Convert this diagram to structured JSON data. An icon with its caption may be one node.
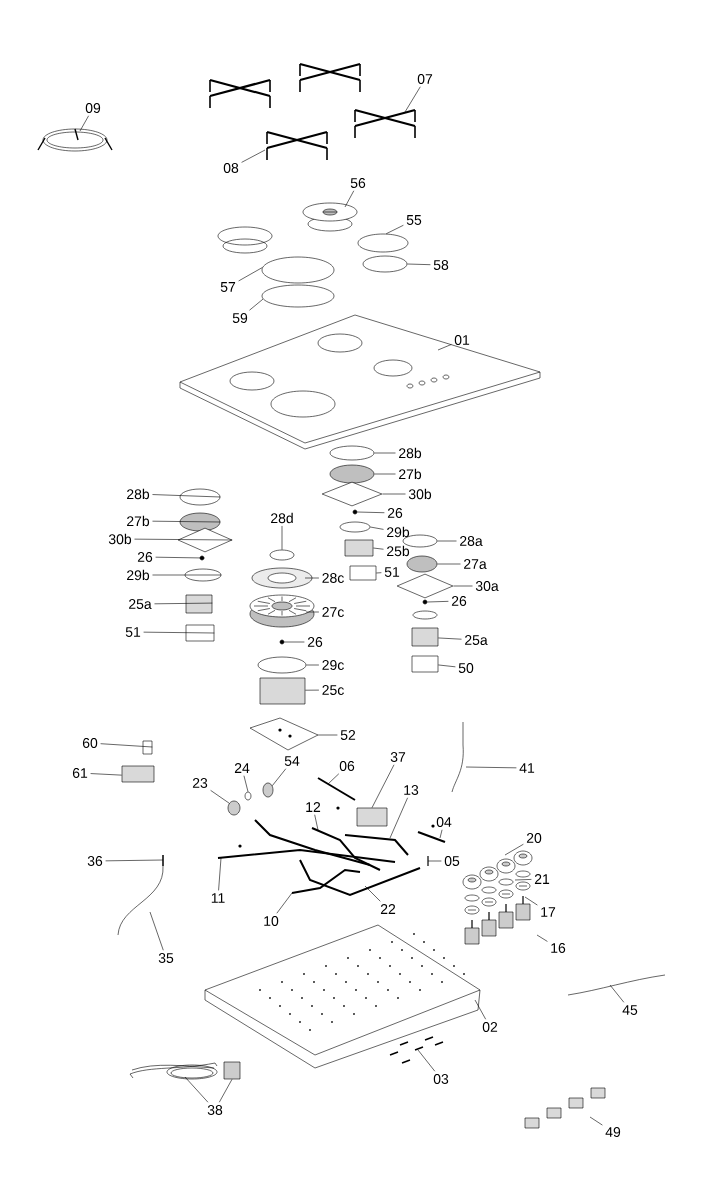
{
  "diagram": {
    "nodes": [
      {
        "text": [
          "09"
        ]
      },
      {
        "text": [
          "07"
        ]
      },
      {
        "text": [
          "08"
        ]
      },
      {
        "text": [
          "56"
        ]
      },
      {
        "text": [
          "55"
        ]
      },
      {
        "text": [
          "58"
        ]
      },
      {
        "text": [
          "57"
        ]
      },
      {
        "text": [
          "59"
        ]
      },
      {
        "text": [
          "01"
        ]
      },
      {
        "text": [
          "28b"
        ]
      },
      {
        "text": [
          "27b"
        ]
      },
      {
        "text": [
          "30b"
        ]
      },
      {
        "text": [
          "28b"
        ]
      },
      {
        "text": [
          "26"
        ]
      },
      {
        "text": [
          "28d"
        ]
      },
      {
        "text": [
          "27b"
        ]
      },
      {
        "text": [
          "29b"
        ]
      },
      {
        "text": [
          "30b"
        ]
      },
      {
        "text": [
          "28a"
        ]
      },
      {
        "text": [
          "25b"
        ]
      },
      {
        "text": [
          "26"
        ]
      },
      {
        "text": [
          "27a"
        ]
      },
      {
        "text": [
          "51"
        ]
      },
      {
        "text": [
          "29b"
        ]
      },
      {
        "text": [
          "28c"
        ]
      },
      {
        "text": [
          "30a"
        ]
      },
      {
        "text": [
          "26"
        ]
      },
      {
        "text": [
          "25a"
        ]
      },
      {
        "text": [
          "27c"
        ]
      },
      {
        "text": [
          "51"
        ]
      },
      {
        "text": [
          "25a"
        ]
      },
      {
        "text": [
          "26"
        ]
      },
      {
        "text": [
          "29c"
        ]
      },
      {
        "text": [
          "50"
        ]
      },
      {
        "text": [
          "25c"
        ]
      },
      {
        "text": [
          "52"
        ]
      },
      {
        "text": [
          "60"
        ]
      },
      {
        "text": [
          "54"
        ]
      },
      {
        "text": [
          "37"
        ]
      },
      {
        "text": [
          "06"
        ]
      },
      {
        "text": [
          "24"
        ]
      },
      {
        "text": [
          "41"
        ]
      },
      {
        "text": [
          "61"
        ]
      },
      {
        "text": [
          "23"
        ]
      },
      {
        "text": [
          "13"
        ]
      },
      {
        "text": [
          "12"
        ]
      },
      {
        "text": [
          "04"
        ]
      },
      {
        "text": [
          "20"
        ]
      },
      {
        "text": [
          "05"
        ]
      },
      {
        "text": [
          "36"
        ]
      },
      {
        "text": [
          "21"
        ]
      },
      {
        "text": [
          "11"
        ]
      },
      {
        "text": [
          "22"
        ]
      },
      {
        "text": [
          "17"
        ]
      },
      {
        "text": [
          "10"
        ]
      },
      {
        "text": [
          "16"
        ]
      },
      {
        "text": [
          "35"
        ]
      },
      {
        "text": [
          "45"
        ]
      },
      {
        "text": [
          "02"
        ]
      },
      {
        "text": [
          "03"
        ]
      },
      {
        "text": [
          "38"
        ]
      },
      {
        "text": [
          "49"
        ]
      },
      {
        "text": [],
        "shape": "picture"
      },
      {
        "text": [],
        "shape": "picture"
      },
      {
        "text": [],
        "shape": "picture"
      },
      {
        "text": [],
        "shape": "picture"
      },
      {
        "text": [],
        "shape": "circle"
      },
      {
        "text": [],
        "shape": "circle"
      },
      {
        "text": [],
        "shape": "circle"
      },
      {
        "text": [],
        "shape": "circle"
      },
      {
        "text": [],
        "shape": "picture"
      },
      {
        "text": [],
        "shape": "circle"
      },
      {
        "text": [],
        "shape": "circle"
      },
      {
        "text": [],
        "shape": "diamond"
      },
      {
        "text": [],
        "shape": "circle"
      },
      {
        "text": [],
        "shape": "circle"
      },
      {
        "text": [],
        "shape": "circle"
      },
      {
        "text": [],
        "shape": "circle"
      },
      {
        "text": [],
        "shape": "circle"
      },
      {
        "text": [],
        "shape": "diamond"
      },
      {
        "text": [],
        "shape": "circle"
      },
      {
        "text": [],
        "shape": "box"
      },
      {
        "text": [],
        "shape": "circle"
      },
      {
        "text": [],
        "shape": "circle"
      },
      {
        "text": [],
        "shape": "box"
      },
      {
        "text": [],
        "shape": "circle"
      },
      {
        "text": [],
        "shape": "picture"
      },
      {
        "text": [],
        "shape": "diamond"
      },
      {
        "text": [],
        "shape": "circle"
      },
      {
        "text": [],
        "shape": "box"
      },
      {
        "text": [],
        "shape": "picture"
      },
      {
        "text": [],
        "shape": "box"
      },
      {
        "text": [],
        "shape": "box"
      },
      {
        "text": [],
        "shape": "circle"
      },
      {
        "text": [],
        "shape": "circle"
      },
      {
        "text": [],
        "shape": "box"
      },
      {
        "text": [],
        "shape": "box"
      },
      {
        "text": [],
        "shape": "picture"
      },
      {
        "text": [],
        "shape": "box"
      },
      {
        "text": [],
        "shape": "circle"
      },
      {
        "text": [],
        "shape": "box"
      },
      {
        "text": [],
        "shape": "picture"
      },
      {
        "text": [],
        "shape": "circle"
      },
      {
        "text": [],
        "shape": "picture"
      },
      {
        "text": [],
        "shape": "box"
      },
      {
        "text": [],
        "shape": "circle"
      },
      {
        "text": [],
        "shape": "picture"
      },
      {
        "text": [],
        "shape": "picture"
      },
      {
        "text": [],
        "shape": "picture"
      },
      {
        "text": [],
        "shape": "picture"
      },
      {
        "text": [],
        "shape": "picture"
      },
      {
        "text": [],
        "shape": "picture"
      },
      {
        "text": [],
        "shape": "picture"
      },
      {
        "text": [],
        "shape": "picture"
      },
      {
        "text": [],
        "shape": "picture"
      },
      {
        "text": [],
        "shape": "picture"
      },
      {
        "text": [],
        "shape": "picture"
      },
      {
        "text": [],
        "shape": "picture"
      },
      {
        "text": [],
        "shape": "picture"
      },
      {
        "text": [],
        "shape": "picture"
      },
      {
        "text": [],
        "shape": "picture"
      },
      {
        "text": [],
        "shape": "picture"
      },
      {
        "text": [],
        "shape": "picture"
      },
      {
        "text": [],
        "shape": "box"
      },
      {
        "text": [],
        "shape": "picture"
      }
    ],
    "edges": [
      {
        "from": 0,
        "to": 62,
        "arrow": "none"
      },
      {
        "from": 1,
        "to": 63,
        "arrow": "none"
      },
      {
        "from": 2,
        "to": 64,
        "arrow": "none"
      },
      {
        "from": 3,
        "to": 65,
        "arrow": "none"
      },
      {
        "from": 4,
        "to": 66,
        "arrow": "none"
      },
      {
        "from": 5,
        "to": 67,
        "arrow": "none"
      },
      {
        "from": 6,
        "to": 68,
        "arrow": "none"
      },
      {
        "from": 7,
        "to": 69,
        "arrow": "none"
      },
      {
        "from": 8,
        "to": 70,
        "arrow": "none"
      },
      {
        "from": 9,
        "to": 71,
        "arrow": "none"
      },
      {
        "from": 10,
        "to": 72,
        "arrow": "none"
      },
      {
        "from": 11,
        "to": 73,
        "arrow": "none"
      },
      {
        "from": 12,
        "to": 74,
        "arrow": "none"
      },
      {
        "from": 13,
        "to": 75,
        "arrow": "none"
      },
      {
        "from": 14,
        "to": 76,
        "arrow": "none"
      },
      {
        "from": 15,
        "to": 77,
        "arrow": "none"
      },
      {
        "from": 16,
        "to": 78,
        "arrow": "none"
      },
      {
        "from": 17,
        "to": 79,
        "arrow": "none"
      },
      {
        "from": 18,
        "to": 80,
        "arrow": "none"
      },
      {
        "from": 19,
        "to": 81,
        "arrow": "none"
      },
      {
        "from": 20,
        "to": 82,
        "arrow": "none"
      },
      {
        "from": 21,
        "to": 83,
        "arrow": "none"
      },
      {
        "from": 22,
        "to": 84,
        "arrow": "none"
      },
      {
        "from": 23,
        "to": 85,
        "arrow": "none"
      },
      {
        "from": 24,
        "to": 86,
        "arrow": "none"
      },
      {
        "from": 25,
        "to": 87,
        "arrow": "none"
      },
      {
        "from": 26,
        "to": 88,
        "arrow": "none"
      },
      {
        "from": 27,
        "to": 89,
        "arrow": "none"
      },
      {
        "from": 28,
        "to": 90,
        "arrow": "none"
      },
      {
        "from": 29,
        "to": 91,
        "arrow": "none"
      },
      {
        "from": 30,
        "to": 92,
        "arrow": "none"
      },
      {
        "from": 31,
        "to": 93,
        "arrow": "none"
      },
      {
        "from": 32,
        "to": 94,
        "arrow": "none"
      },
      {
        "from": 33,
        "to": 95,
        "arrow": "none"
      },
      {
        "from": 34,
        "to": 96,
        "arrow": "none"
      },
      {
        "from": 35,
        "to": 97,
        "arrow": "none"
      },
      {
        "from": 36,
        "to": 98,
        "arrow": "none"
      },
      {
        "from": 37,
        "to": 99,
        "arrow": "none"
      },
      {
        "from": 38,
        "to": 100,
        "arrow": "none"
      },
      {
        "from": 39,
        "to": 101,
        "arrow": "none"
      },
      {
        "from": 40,
        "to": 102,
        "arrow": "none"
      },
      {
        "from": 41,
        "to": 103,
        "arrow": "none"
      },
      {
        "from": 42,
        "to": 104,
        "arrow": "none"
      },
      {
        "from": 43,
        "to": 105,
        "arrow": "none"
      },
      {
        "from": 44,
        "to": 106,
        "arrow": "none"
      },
      {
        "from": 45,
        "to": 107,
        "arrow": "none"
      },
      {
        "from": 46,
        "to": 108,
        "arrow": "none"
      },
      {
        "from": 47,
        "to": 109,
        "arrow": "none"
      },
      {
        "from": 48,
        "to": 110,
        "arrow": "none"
      },
      {
        "from": 49,
        "to": 111,
        "arrow": "none"
      },
      {
        "from": 50,
        "to": 112,
        "arrow": "none"
      },
      {
        "from": 51,
        "to": 113,
        "arrow": "none"
      },
      {
        "from": 52,
        "to": 114,
        "arrow": "none"
      },
      {
        "from": 53,
        "to": 115,
        "arrow": "none"
      },
      {
        "from": 54,
        "to": 116,
        "arrow": "none"
      },
      {
        "from": 55,
        "to": 117,
        "arrow": "none"
      },
      {
        "from": 56,
        "to": 118,
        "arrow": "none"
      },
      {
        "from": 57,
        "to": 119,
        "arrow": "none"
      },
      {
        "from": 58,
        "to": 120,
        "arrow": "none"
      },
      {
        "from": 59,
        "to": 121,
        "arrow": "none"
      },
      {
        "from": 60,
        "to": 122,
        "arrow": "none"
      },
      {
        "from": 60,
        "to": 123,
        "arrow": "none"
      },
      {
        "from": 61,
        "to": 124,
        "arrow": "none"
      }
    ]
  }
}
